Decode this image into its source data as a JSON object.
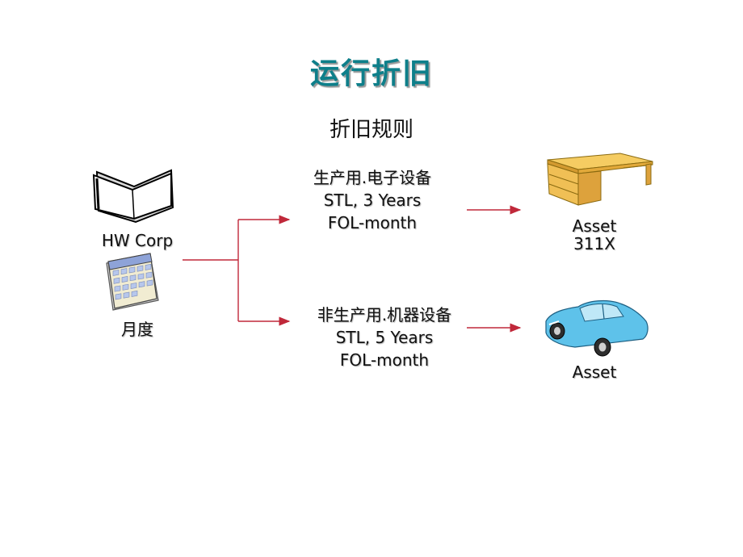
{
  "title": "运行折旧",
  "subtitle": "折旧规则",
  "source": {
    "company": "HW Corp",
    "period": "月度"
  },
  "rules": [
    {
      "category": "生产用.电子设备",
      "method": "STL, 3 Years",
      "convention": "FOL-month"
    },
    {
      "category": "非生产用.机器设备",
      "method": "STL, 5 Years",
      "convention": "FOL-month"
    }
  ],
  "assets": [
    {
      "label": "Asset",
      "id": "311X",
      "icon": "desk-icon"
    },
    {
      "label": "Asset",
      "icon": "car-icon"
    }
  ],
  "colors": {
    "title": "#0e7f8a",
    "arrow": "#c0283a"
  }
}
